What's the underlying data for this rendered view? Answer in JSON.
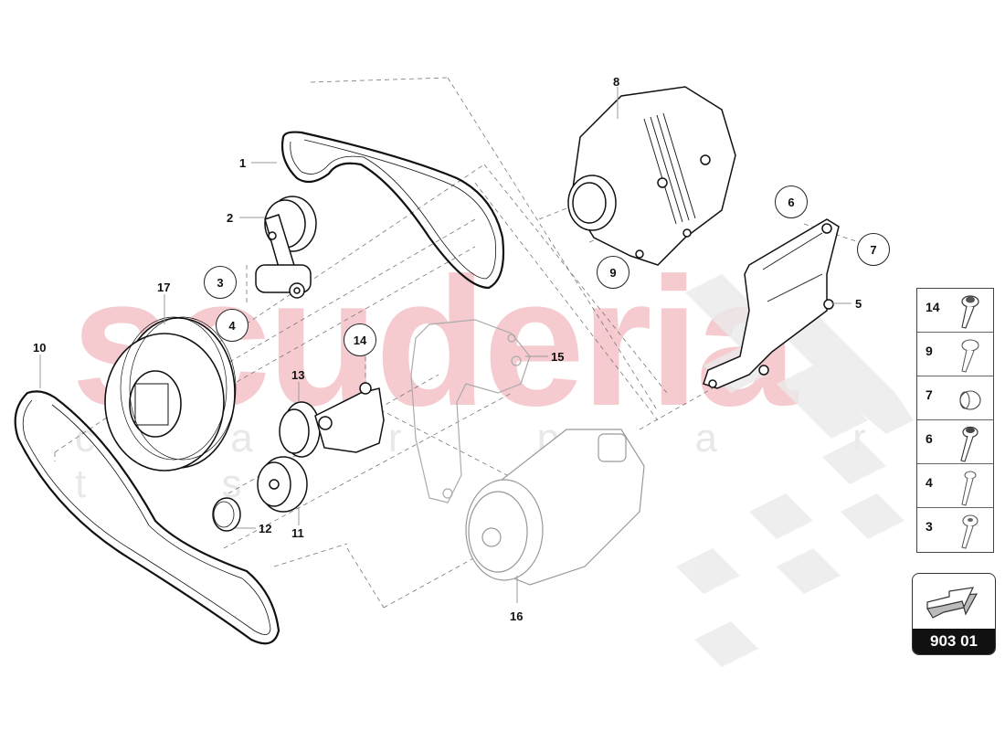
{
  "diagram": {
    "page_code": "903 01",
    "nav_icon": "next-page-arrow-icon",
    "watermark": {
      "brand": "scuderia",
      "sub": "c a r p a r t s",
      "brand_color": "#f4c2c8"
    },
    "callouts": [
      {
        "num": "1",
        "part": "belt-upper"
      },
      {
        "num": "2",
        "part": "tensioner-upper"
      },
      {
        "num": "5",
        "part": "bracket"
      },
      {
        "num": "8",
        "part": "alternator"
      },
      {
        "num": "10",
        "part": "belt-lower"
      },
      {
        "num": "11",
        "part": "idler-pulley"
      },
      {
        "num": "12",
        "part": "small-pulley"
      },
      {
        "num": "13",
        "part": "tensioner-lower"
      },
      {
        "num": "15",
        "part": "compressor-bracket"
      },
      {
        "num": "16",
        "part": "ac-compressor"
      },
      {
        "num": "17",
        "part": "crank-pulley"
      }
    ],
    "circled_callouts": [
      {
        "num": "3"
      },
      {
        "num": "4"
      },
      {
        "num": "6"
      },
      {
        "num": "7"
      },
      {
        "num": "9"
      },
      {
        "num": "14"
      }
    ],
    "legend": [
      {
        "num": "14",
        "icon": "flange-bolt-icon"
      },
      {
        "num": "9",
        "icon": "hex-bolt-icon"
      },
      {
        "num": "7",
        "icon": "sleeve-icon"
      },
      {
        "num": "6",
        "icon": "flange-bolt-long-icon"
      },
      {
        "num": "4",
        "icon": "socket-bolt-icon"
      },
      {
        "num": "3",
        "icon": "pan-head-bolt-icon"
      }
    ]
  }
}
